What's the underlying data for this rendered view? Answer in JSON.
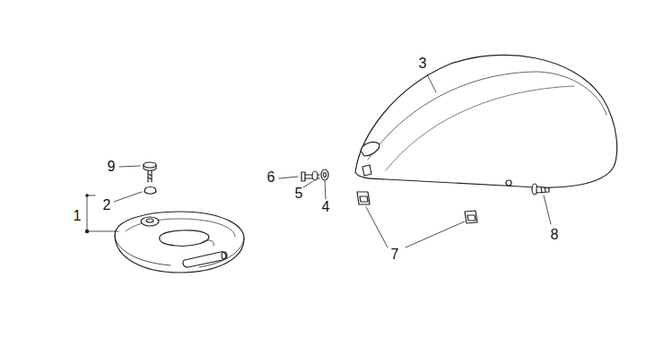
{
  "diagram": {
    "labels": [
      "3",
      "9",
      "2",
      "1",
      "6",
      "5",
      "4",
      "8",
      "7"
    ]
  }
}
